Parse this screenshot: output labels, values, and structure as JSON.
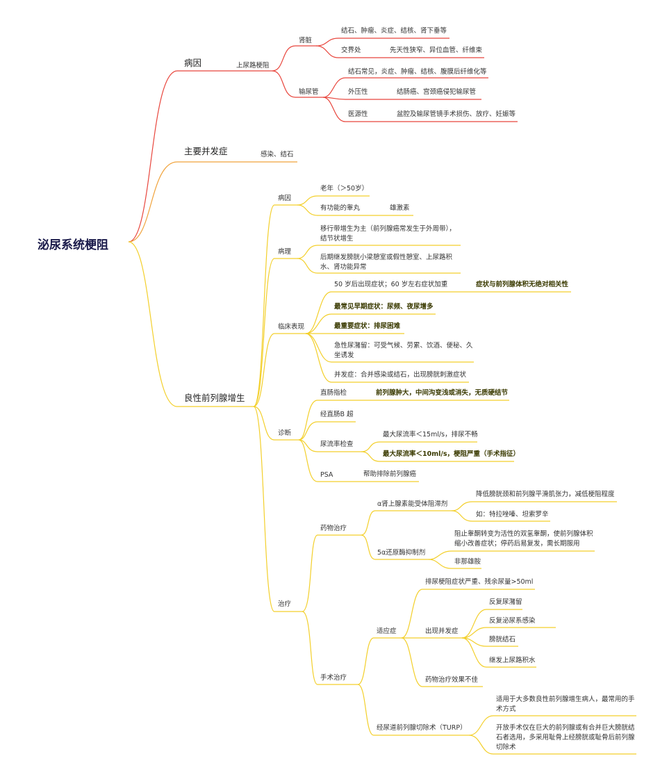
{
  "root": "泌尿系统梗阻",
  "colors": {
    "cause": "#e8453c",
    "complication": "#f0a23a",
    "bph": "#f3cf2a"
  },
  "cause": {
    "label": "病因",
    "upper": "上尿路梗阻",
    "kidney": {
      "label": "肾脏",
      "item1": "结石、肿瘤、炎症、结核、肾下垂等",
      "junction": {
        "label": "交界处",
        "value": "先天性狭窄、异位血管、纤维束"
      }
    },
    "ureter": {
      "label": "输尿管",
      "item1": "结石常见，炎症、肿瘤、结核、腹膜后纤维化等",
      "external": {
        "label": "外压性",
        "value": "结肠癌、宫颈癌侵犯输尿管"
      },
      "iatro": {
        "label": "医源性",
        "value": "盆腔及输尿管镜手术损伤、放疗、妊娠等"
      }
    }
  },
  "complication": {
    "label": "主要并发症",
    "value": "感染、结石"
  },
  "bph": {
    "label": "良性前列腺增生",
    "etiology": {
      "label": "病因",
      "age": "老年（＞50岁）",
      "testis": "有功能的睾丸",
      "androgen": "雄激素"
    },
    "pathology": {
      "label": "病理",
      "item1": "移行带增生为主（前列腺癌常发生于外周带），结节状增生",
      "item2": "后期继发膀胱小梁憩室或假性憩室、上尿路积水、肾功能异常"
    },
    "clinical": {
      "label": "临床表现",
      "item1": "50 岁后出现症状；60 岁左右症状加重",
      "item1_note": "症状与前列腺体积无绝对相关性",
      "item2": "最常见早期症状：尿频、夜尿增多",
      "item3": "最重要症状：排尿困难",
      "item4": "急性尿潴留：可受气候、劳累、饮酒、便秘、久坐诱发",
      "item5": "并发症：合并感染或结石，出现膀胱刺激症状"
    },
    "diagnosis": {
      "label": "诊断",
      "dre": {
        "label": "直肠指检",
        "value": "前列腺肿大，中间沟变浅或消失，无质硬结节"
      },
      "us": "经直肠B 超",
      "flow": {
        "label": "尿流率检查",
        "v1": "最大尿流率＜15ml/s，排尿不畅",
        "v2": "最大尿流率＜10ml/s，梗阻严重（手术指征）"
      },
      "psa": {
        "label": "PSA",
        "value": "帮助排除前列腺癌"
      }
    },
    "treatment": {
      "label": "治疗",
      "drug": {
        "label": "药物治疗",
        "alpha": {
          "label": "α肾上腺素能受体阻滞剂",
          "v1": "降低膀胱颈和前列腺平滑肌张力，减低梗阻程度",
          "v2": "如：特拉唑嗪、坦索罗辛"
        },
        "five": {
          "label": "5α还原酶抑制剂",
          "v1": "阻止睾酮转变为活性的双氢睾酮，使前列腺体积缩小改善症状；停药后易复发，需长期服用",
          "v2": "非那雄胺"
        }
      },
      "surgery": {
        "label": "手术治疗",
        "indication": {
          "label": "适应症",
          "i1": "排尿梗阻症状严重、残余尿量>50ml",
          "comp": {
            "label": "出现并发症",
            "c1": "反复尿潴留",
            "c2": "反复泌尿系感染",
            "c3": "膀胱结石",
            "c4": "继发上尿路积水"
          },
          "i3": "药物治疗效果不佳"
        },
        "turp": {
          "label": "经尿道前列腺切除术（TURP）",
          "v1": "适用于大多数良性前列腺增生病人，最常用的手术方式",
          "v2": "开放手术仅在巨大的前列腺或有合并巨大膀胱结石者选用，多采用耻骨上经膀胱或耻骨后前列腺切除术"
        }
      }
    }
  }
}
